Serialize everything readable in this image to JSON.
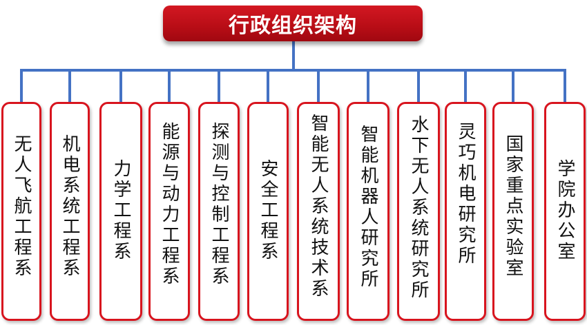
{
  "title": "行政组织架构",
  "colors": {
    "title_bg": "#c8101a",
    "box_border": "#d8141e",
    "connector": "#4472c4"
  },
  "departments": [
    {
      "label": "无人飞航工程系"
    },
    {
      "label": "机电系统工程系"
    },
    {
      "label": "力学工程系"
    },
    {
      "label": "能源与动力工程系"
    },
    {
      "label": "探测与控制工程系"
    },
    {
      "label": "安全工程系"
    },
    {
      "label": "智能无人系统技术系"
    },
    {
      "label": "智能机器人研究所"
    },
    {
      "label": "水下无人系统研究所"
    },
    {
      "label": "灵巧机电研究所"
    },
    {
      "label": "国家重点实验室"
    },
    {
      "label": "学院办公室"
    }
  ]
}
